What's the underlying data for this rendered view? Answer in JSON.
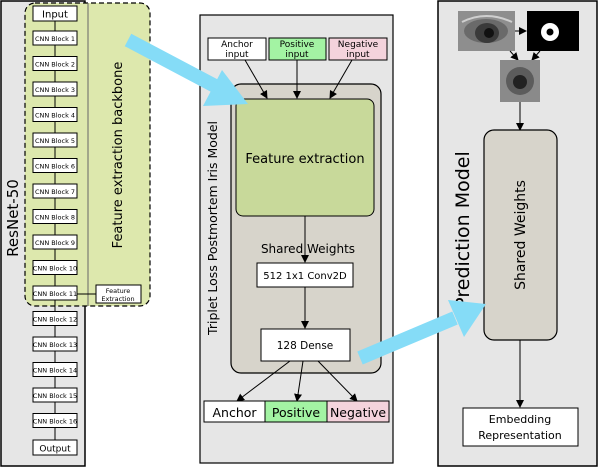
{
  "resnet": {
    "title": "ResNet-50",
    "input": "Input",
    "output": "Output",
    "blocks": [
      "CNN Block 1",
      "CNN Block 2",
      "CNN Block 3",
      "CNN Block 4",
      "CNN Block 5",
      "CNN Block 6",
      "CNN Block 7",
      "CNN Block 8",
      "CNN Block 9",
      "CNN Block 10",
      "CNN Block 11",
      "CNN Block 12",
      "CNN Block 13",
      "CNN Block 14",
      "CNN Block 15",
      "CNN Block 16"
    ],
    "backbone_label": "Feature extraction backbone",
    "feature_extraction_tag": [
      "Feature",
      "Extraction"
    ]
  },
  "triplet": {
    "title": "Triplet Loss Postmortem Iris Model",
    "inputs": [
      "Anchor input",
      "Positive input",
      "Negative input"
    ],
    "feature_extraction": "Feature extraction",
    "shared_weights": "Shared Weights",
    "conv_layer": "512 1x1 Conv2D",
    "dense_layer": "128 Dense",
    "outputs": [
      "Anchor",
      "Positive",
      "Negative"
    ]
  },
  "prediction": {
    "title": "Prediction Model",
    "shared_weights": "Shared Weights",
    "embedding": [
      "Embedding",
      "Representation"
    ]
  },
  "colors": {
    "panel_bg": "#e6e6e6",
    "backbone_fill": "#dde8ad",
    "feature_fill": "#c8d99a",
    "shared_fill": "#d7d4cb",
    "positive_fill": "#a3f3a3",
    "negative_fill": "#f4d3dc",
    "arrow_cyan": "#85dcf7"
  }
}
